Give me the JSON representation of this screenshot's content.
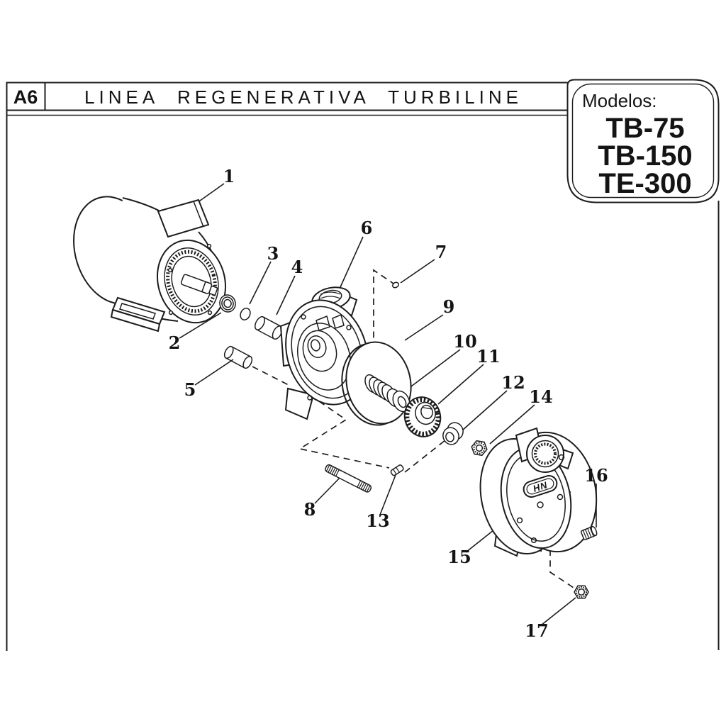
{
  "header": {
    "code": "A6",
    "title": "LINEA REGENERATIVA TURBILINE"
  },
  "models_box": {
    "label": "Modelos:",
    "models": [
      "TB-75",
      "TB-150",
      "TE-300"
    ]
  },
  "diagram": {
    "badge_text": "HN",
    "part_numbers": [
      "1",
      "2",
      "3",
      "4",
      "5",
      "6",
      "7",
      "8",
      "9",
      "10",
      "11",
      "12",
      "13",
      "14",
      "15",
      "16",
      "17"
    ]
  },
  "colors": {
    "line": "#1c1c1c",
    "background": "#ffffff"
  }
}
